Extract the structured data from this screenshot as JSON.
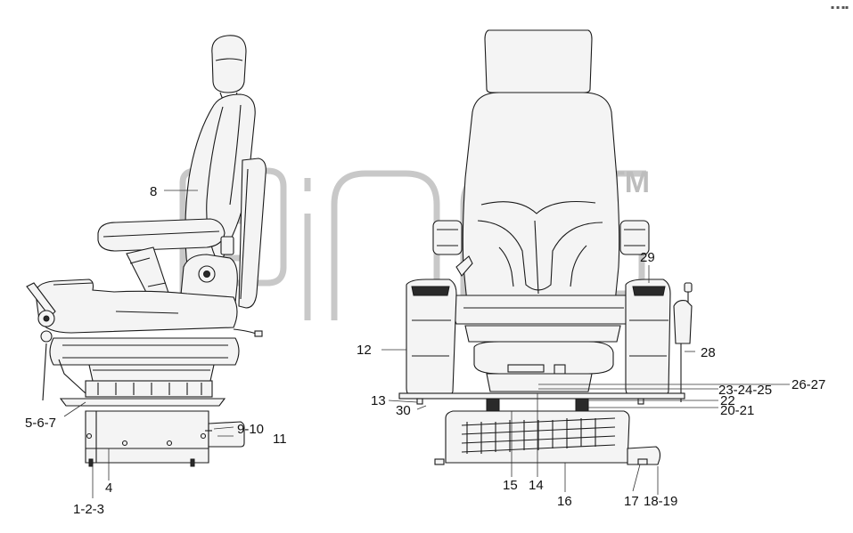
{
  "watermark": {
    "mark": "TM"
  },
  "corner_mark": "▪ ▪ ▪▪",
  "callouts": [
    {
      "id": "c8",
      "text": "8"
    },
    {
      "id": "c5-6-7",
      "text": "5-6-7"
    },
    {
      "id": "c9-10",
      "text": "9-10"
    },
    {
      "id": "c11",
      "text": "11"
    },
    {
      "id": "c4",
      "text": "4"
    },
    {
      "id": "c1-2-3",
      "text": "1-2-3"
    },
    {
      "id": "c12",
      "text": "12"
    },
    {
      "id": "c13",
      "text": "13"
    },
    {
      "id": "c30",
      "text": "30"
    },
    {
      "id": "c29",
      "text": "29"
    },
    {
      "id": "c28",
      "text": "28"
    },
    {
      "id": "c23-24-25",
      "text": "23-24-25"
    },
    {
      "id": "c26-27",
      "text": "26-27"
    },
    {
      "id": "c22",
      "text": "22"
    },
    {
      "id": "c20-21",
      "text": "20-21"
    },
    {
      "id": "c15",
      "text": "15"
    },
    {
      "id": "c14",
      "text": "14"
    },
    {
      "id": "c16",
      "text": "16"
    },
    {
      "id": "c17",
      "text": "17"
    },
    {
      "id": "c18-19",
      "text": "18-19"
    }
  ]
}
